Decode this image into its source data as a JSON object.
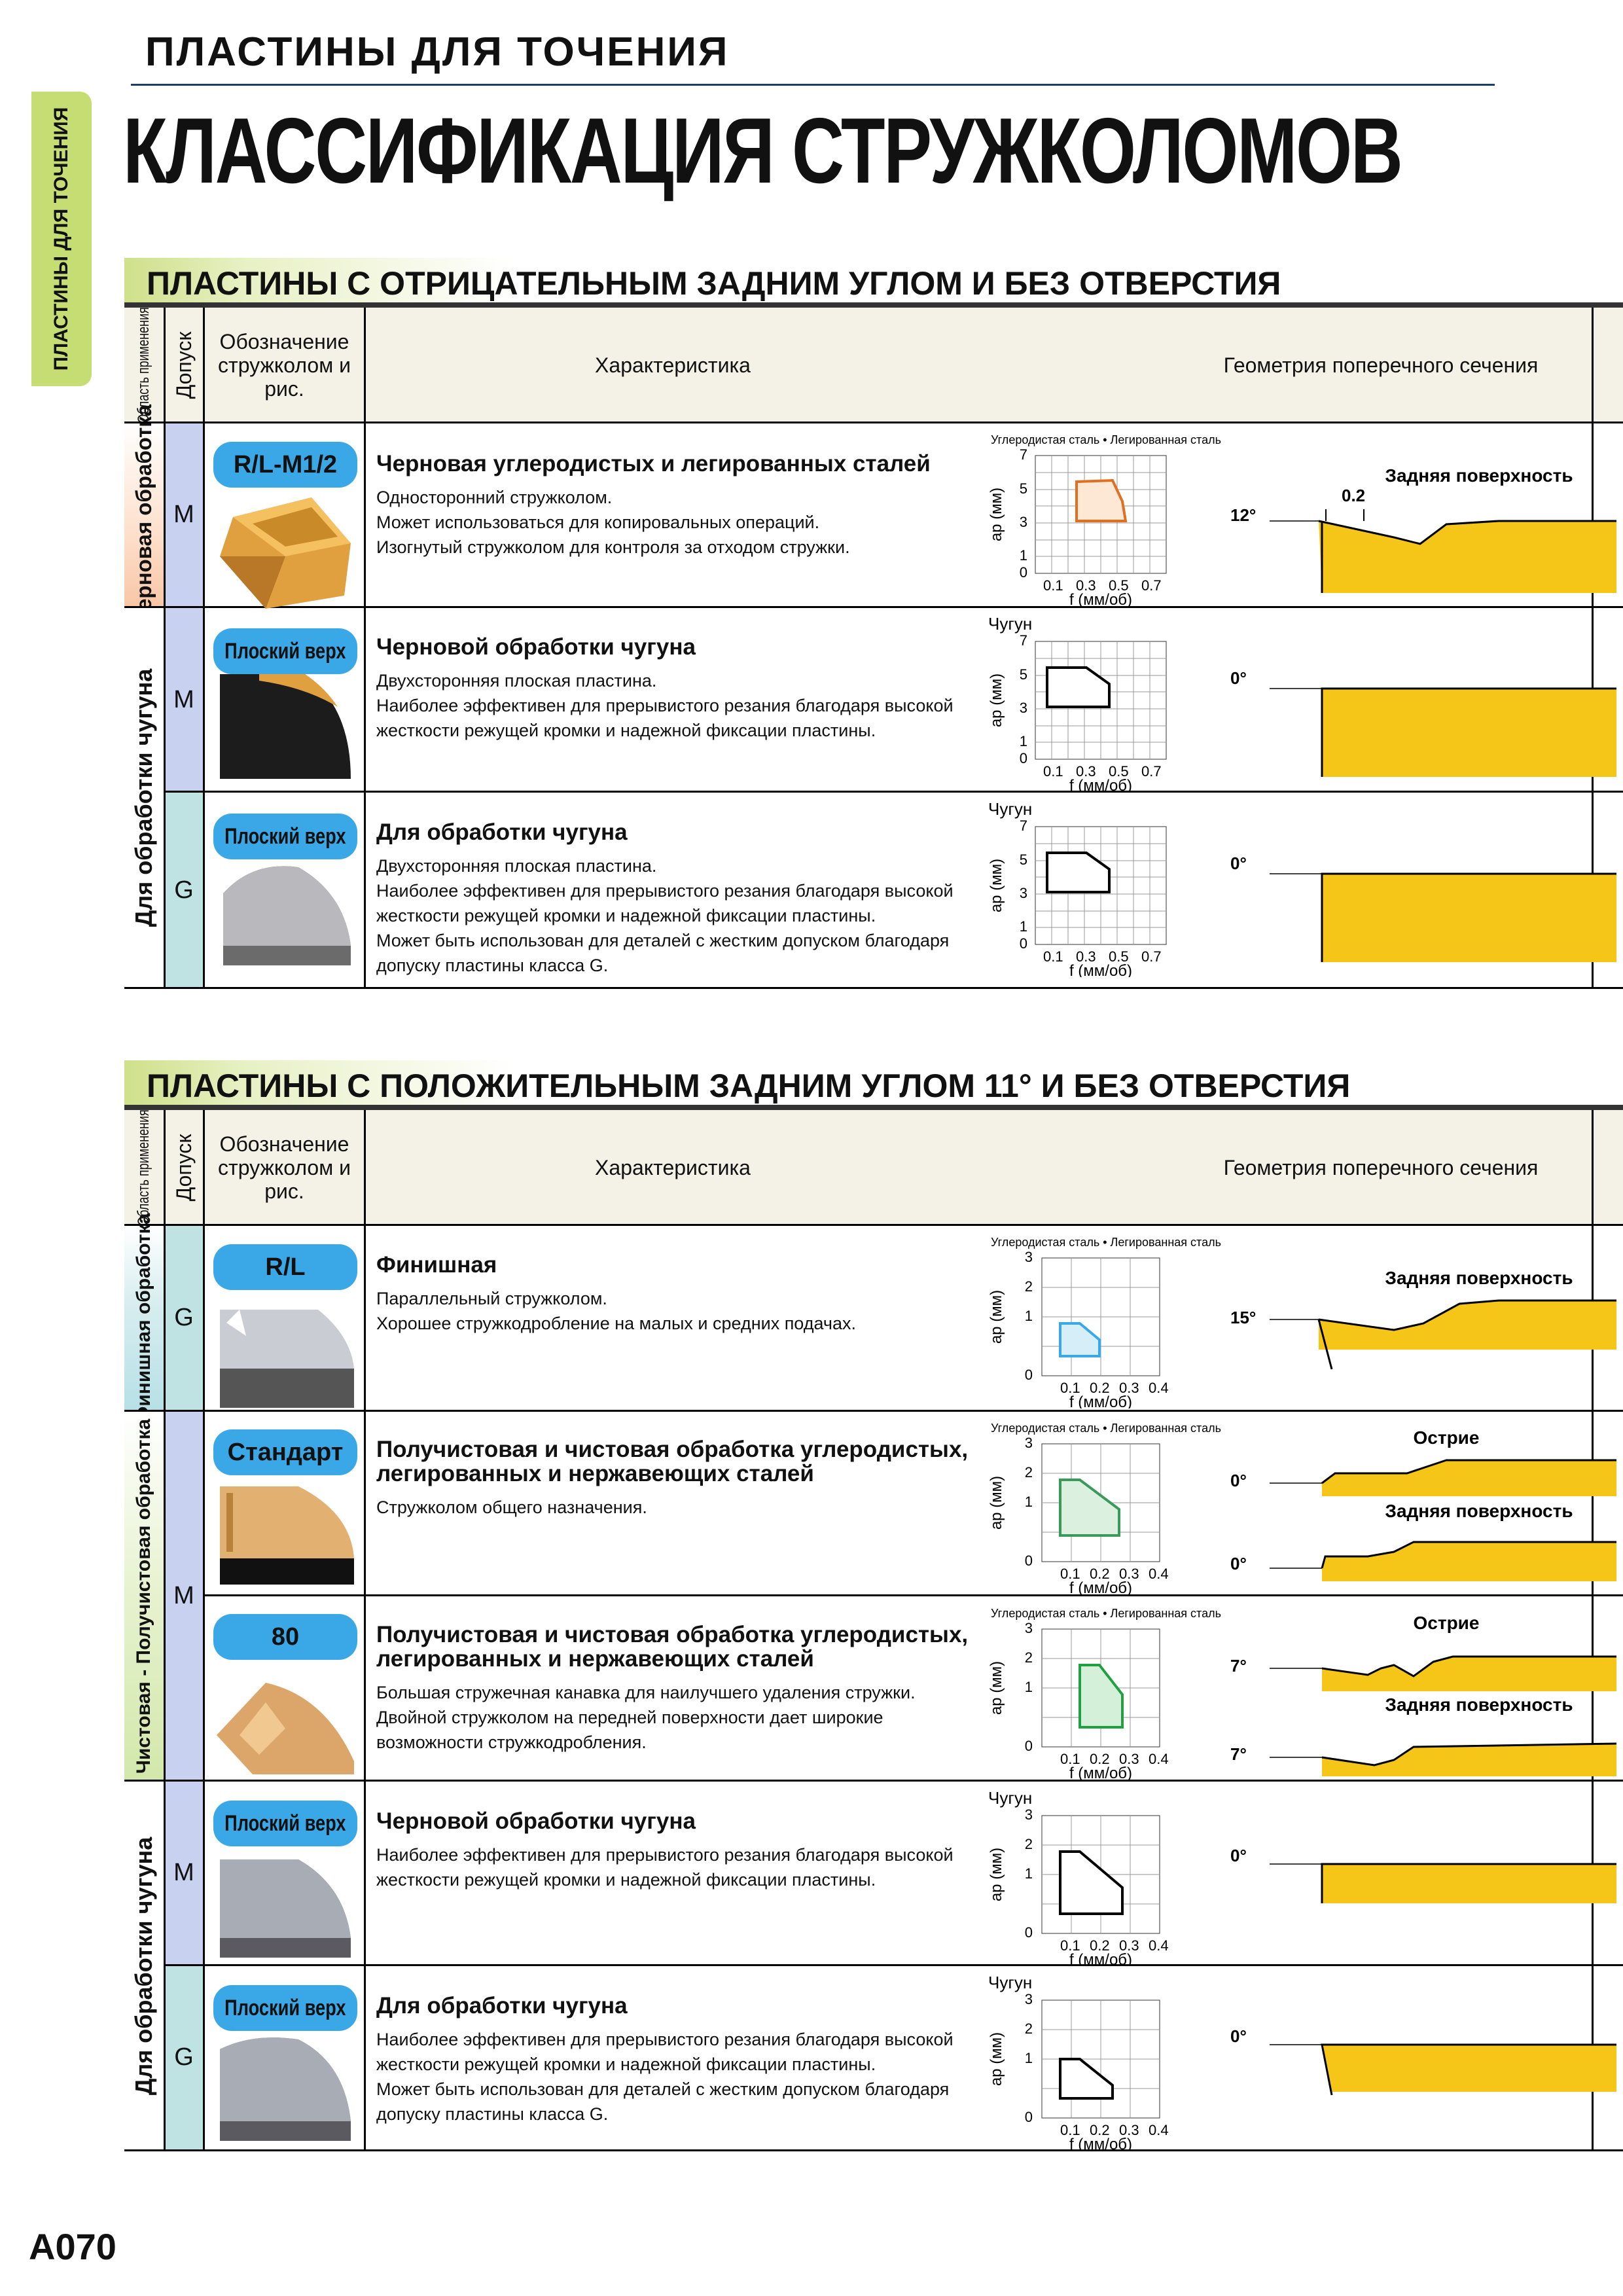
{
  "side_tab": "ПЛАСТИНЫ ДЛЯ ТОЧЕНИЯ",
  "kicker": "ПЛАСТИНЫ ДЛЯ ТОЧЕНИЯ",
  "title": "КЛАССИФИКАЦИЯ СТРУЖКОЛОМОВ",
  "page_number": "A070",
  "header": {
    "area": "Область применения",
    "tolerance": "Допуск",
    "designation": "Обозначение стружколом и рис.",
    "characteristic": "Характеристика",
    "geometry": "Геометрия поперечного сечения"
  },
  "colors": {
    "accent_green": "#c5dd73",
    "label_blue": "#3aa8e6",
    "geometry_yellow": "#f5c518"
  },
  "sections": [
    {
      "title": "ПЛАСТИНЫ С ОТРИЦАТЕЛЬНЫМ ЗАДНИМ УГЛОМ И БЕЗ ОТВЕРСТИЯ",
      "groups": [
        {
          "label": "Черновая обработка"
        },
        {
          "label": "Для обработки чугуна"
        }
      ],
      "rows": [
        {
          "tolerance": "M",
          "breaker": "R/L-M1/2",
          "title": "Черновая углеродистых и легированных сталей",
          "desc": "Односторонний стружколом.\nМожет использоваться для копировальных операций.\nИзогнутый стружколом для контроля за отходом стружки.",
          "chart": {
            "material": "Углеродистая сталь • Легированная сталь",
            "ylabel": "ap (мм)",
            "xlabel": "f (мм/об)",
            "yticks": [
              "7",
              "5",
              "3",
              "1",
              "0"
            ],
            "xticks": [
              "0.1",
              "0.3",
              "0.5",
              "0.7"
            ],
            "region_color": "#e07020"
          },
          "geometry": {
            "label_top": "Задняя поверхность",
            "angle": "12°",
            "extra": "0.2"
          }
        },
        {
          "tolerance": "M",
          "breaker": "Плоский верх",
          "title": "Черновой обработки чугуна",
          "desc": "Двухсторонняя плоская пластина.\nНаиболее эффективен для прерывистого резания благодаря высокой жесткости режущей кромки и надежной фиксации пластины.",
          "chart": {
            "material": "Чугун",
            "ylabel": "ap (мм)",
            "xlabel": "f (мм/об)",
            "yticks": [
              "7",
              "5",
              "3",
              "1",
              "0"
            ],
            "xticks": [
              "0.1",
              "0.3",
              "0.5",
              "0.7"
            ],
            "region_color": "#000000"
          },
          "geometry": {
            "angle": "0°"
          }
        },
        {
          "tolerance": "G",
          "breaker": "Плоский верх",
          "title": "Для обработки чугуна",
          "desc": "Двухсторонняя плоская пластина.\nНаиболее эффективен для прерывистого резания благодаря высокой жесткости режущей кромки и надежной фиксации пластины.\nМожет быть использован для деталей с жестким допуском благодаря допуску пластины класса G.",
          "chart": {
            "material": "Чугун",
            "ylabel": "ap (мм)",
            "xlabel": "f (мм/об)",
            "yticks": [
              "7",
              "5",
              "3",
              "1",
              "0"
            ],
            "xticks": [
              "0.1",
              "0.3",
              "0.5",
              "0.7"
            ],
            "region_color": "#000000"
          },
          "geometry": {
            "angle": "0°"
          }
        }
      ]
    },
    {
      "title": "ПЛАСТИНЫ С ПОЛОЖИТЕЛЬНЫМ ЗАДНИМ УГЛОМ 11° И БЕЗ ОТВЕРСТИЯ",
      "groups": [
        {
          "label": "Финишная обработка"
        },
        {
          "label": "Чистовая - Получистовая обработка"
        },
        {
          "label": "Для обработки чугуна"
        }
      ],
      "rows": [
        {
          "tolerance": "G",
          "breaker": "R/L",
          "title": "Финишная",
          "desc": "Параллельный стружколом.\nХорошее стружкодробление на малых и средних подачах.",
          "chart": {
            "material": "Углеродистая сталь • Легированная сталь",
            "ylabel": "ap (мм)",
            "xlabel": "f (мм/об)",
            "yticks": [
              "3",
              "2",
              "1",
              "0"
            ],
            "xticks": [
              "0.1",
              "0.2",
              "0.3",
              "0.4"
            ],
            "region_color": "#3aa8e6"
          },
          "geometry": {
            "label_top": "Задняя поверхность",
            "angle": "15°"
          }
        },
        {
          "tolerance": "M",
          "breaker": "Стандарт",
          "title": "Получистовая и чистовая обработка углеродистых, легированных и нержавеющих сталей",
          "desc": "Стружколом общего назначения.",
          "chart": {
            "material": "Углеродистая сталь • Легированная сталь",
            "ylabel": "ap (мм)",
            "xlabel": "f (мм/об)",
            "yticks": [
              "3",
              "2",
              "1",
              "0"
            ],
            "xticks": [
              "0.1",
              "0.2",
              "0.3",
              "0.4"
            ],
            "region_color": "#3a9a5a"
          },
          "geometry": {
            "label_top": "Острие",
            "angle": "0°",
            "label_mid": "Задняя поверхность",
            "angle2": "0°"
          }
        },
        {
          "tolerance": "",
          "breaker": "80",
          "title": "Получистовая и чистовая обработка углеродистых, легированных и нержавеющих сталей",
          "desc": "Большая стружечная канавка для наилучшего удаления стружки.\nДвойной стружколом на передней поверхности дает широкие возможности стружкодробления.",
          "chart": {
            "material": "Углеродистая сталь • Легированная сталь",
            "ylabel": "ap (мм)",
            "xlabel": "f (мм/об)",
            "yticks": [
              "3",
              "2",
              "1",
              "0"
            ],
            "xticks": [
              "0.1",
              "0.2",
              "0.3",
              "0.4"
            ],
            "region_color": "#20a040"
          },
          "geometry": {
            "label_top": "Острие",
            "angle": "7°",
            "label_mid": "Задняя поверхность",
            "angle2": "7°"
          }
        },
        {
          "tolerance": "M",
          "breaker": "Плоский верх",
          "title": "Черновой обработки чугуна",
          "desc": "Наиболее эффективен для прерывистого резания благодаря высокой жесткости режущей кромки и надежной фиксации пластины.",
          "chart": {
            "material": "Чугун",
            "ylabel": "ap (мм)",
            "xlabel": "f (мм/об)",
            "yticks": [
              "3",
              "2",
              "1",
              "0"
            ],
            "xticks": [
              "0.1",
              "0.2",
              "0.3",
              "0.4"
            ],
            "region_color": "#000000"
          },
          "geometry": {
            "angle": "0°"
          }
        },
        {
          "tolerance": "G",
          "breaker": "Плоский верх",
          "title": "Для обработки чугуна",
          "desc": "Наиболее эффективен для прерывистого резания благодаря высокой жесткости режущей кромки и надежной фиксации пластины.\nМожет быть использован для деталей с жестким допуском благодаря допуску пластины класса G.",
          "chart": {
            "material": "Чугун",
            "ylabel": "ap (мм)",
            "xlabel": "f (мм/об)",
            "yticks": [
              "3",
              "2",
              "1",
              "0"
            ],
            "xticks": [
              "0.1",
              "0.2",
              "0.3",
              "0.4"
            ],
            "region_color": "#000000"
          },
          "geometry": {
            "angle": "0°"
          }
        }
      ]
    }
  ]
}
